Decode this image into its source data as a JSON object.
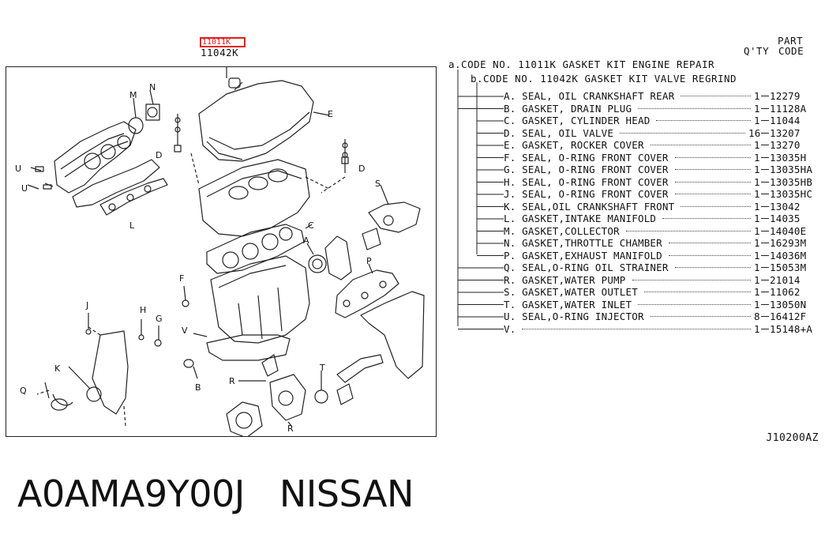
{
  "header": {
    "highlight_code": "11011K",
    "main_code": "11042K",
    "part_label": "PART",
    "qty_label": "Q'TY",
    "code_label": "CODE"
  },
  "codes": {
    "a_line": "a.CODE NO.  11011K GASKET KIT ENGINE REPAIR",
    "b_line": "b.CODE NO.  11042K  GASKET KIT VALVE REGRIND"
  },
  "parts": [
    {
      "desc": "A. SEAL, OIL CRANKSHAFT REAR",
      "qty": "1",
      "code": "12279"
    },
    {
      "desc": "B. GASKET, DRAIN PLUG",
      "qty": "1",
      "code": "11128A"
    },
    {
      "desc": "C. GASKET, CYLINDER HEAD",
      "qty": "1",
      "code": "11044"
    },
    {
      "desc": "D. SEAL, OIL VALVE",
      "qty": "16",
      "code": "13207"
    },
    {
      "desc": "E. GASKET, ROCKER COVER",
      "qty": "1",
      "code": "13270"
    },
    {
      "desc": "F. SEAL, O-RING FRONT COVER",
      "qty": "1",
      "code": "13035H"
    },
    {
      "desc": "G. SEAL, O-RING FRONT COVER",
      "qty": "1",
      "code": "13035HA"
    },
    {
      "desc": "H. SEAL, O-RING FRONT COVER",
      "qty": "1",
      "code": "13035HB"
    },
    {
      "desc": "J. SEAL, O-RING FRONT COVER",
      "qty": "1",
      "code": "13035HC"
    },
    {
      "desc": "K. SEAL,OIL CRANKSHAFT FRONT",
      "qty": "1",
      "code": "13042"
    },
    {
      "desc": "L. GASKET,INTAKE MANIFOLD",
      "qty": "1",
      "code": "14035"
    },
    {
      "desc": "M. GASKET,COLLECTOR",
      "qty": "1",
      "code": "14040E"
    },
    {
      "desc": "N. GASKET,THROTTLE CHAMBER",
      "qty": "1",
      "code": "16293M"
    },
    {
      "desc": "P. GASKET,EXHAUST MANIFOLD",
      "qty": "1",
      "code": "14036M"
    },
    {
      "desc": "Q. SEAL,O-RING OIL STRAINER",
      "qty": "1",
      "code": "15053M"
    },
    {
      "desc": "R. GASKET,WATER PUMP",
      "qty": "1",
      "code": "21014"
    },
    {
      "desc": "S. GASKET,WATER OUTLET",
      "qty": "1",
      "code": "11062"
    },
    {
      "desc": "T. GASKET,WATER INLET",
      "qty": "1",
      "code": "13050N"
    },
    {
      "desc": "U. SEAL,O-RING INJECTOR",
      "qty": "8",
      "code": "16412F"
    },
    {
      "desc": "V.",
      "qty": "1",
      "code": "15148+A"
    }
  ],
  "diagram_labels": [
    "M",
    "N",
    "D",
    "E",
    "U",
    "U",
    "L",
    "S",
    "D",
    "C",
    "A",
    "P",
    "F",
    "J",
    "H",
    "G",
    "V",
    "K",
    "Q",
    "B",
    "T",
    "R",
    "R"
  ],
  "ref_code": "J10200AZ",
  "footer": {
    "part_number": "A0AMA9Y00J",
    "brand": "NISSAN"
  }
}
